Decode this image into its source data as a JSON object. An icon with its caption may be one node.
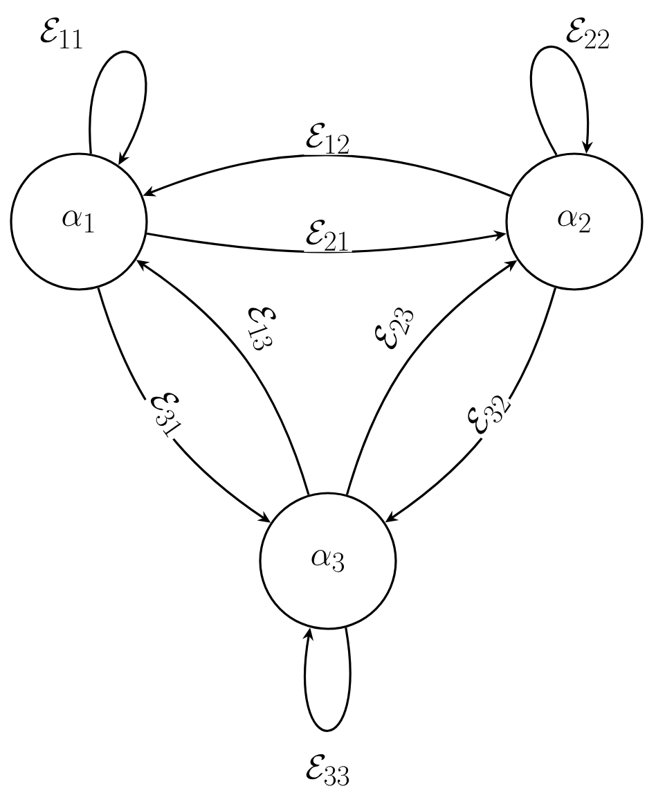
{
  "diagram": {
    "nodes": [
      {
        "text": [
          "\\alpha_{1}"
        ]
      },
      {
        "text": [
          "\\alpha_{2}"
        ]
      },
      {
        "text": [
          "\\alpha_{3}"
        ]
      }
    ],
    "edges": [
      {
        "from": 0,
        "to": 0,
        "arrow": "to",
        "label": "\\mathcal{E}_{11}"
      },
      {
        "from": 1,
        "to": 1,
        "arrow": "to",
        "label": "\\mathcal{E}_{22}"
      },
      {
        "from": 1,
        "to": 0,
        "arrow": "to",
        "label": "\\mathcal{E}_{12}"
      },
      {
        "from": 0,
        "to": 1,
        "arrow": "to",
        "label": "\\mathcal{E}_{21}"
      },
      {
        "from": 2,
        "to": 0,
        "arrow": "to",
        "label": "\\mathcal{E}_{13}"
      },
      {
        "from": 2,
        "to": 1,
        "arrow": "to",
        "label": "\\mathcal{E}_{23}"
      },
      {
        "from": 0,
        "to": 2,
        "arrow": "to",
        "label": "\\mathcal{E}_{31}"
      },
      {
        "from": 1,
        "to": 2,
        "arrow": "to",
        "label": "\\mathcal{E}_{32}"
      },
      {
        "from": 2,
        "to": 2,
        "arrow": "to",
        "label": "\\mathcal{E}_{33}"
      }
    ]
  }
}
